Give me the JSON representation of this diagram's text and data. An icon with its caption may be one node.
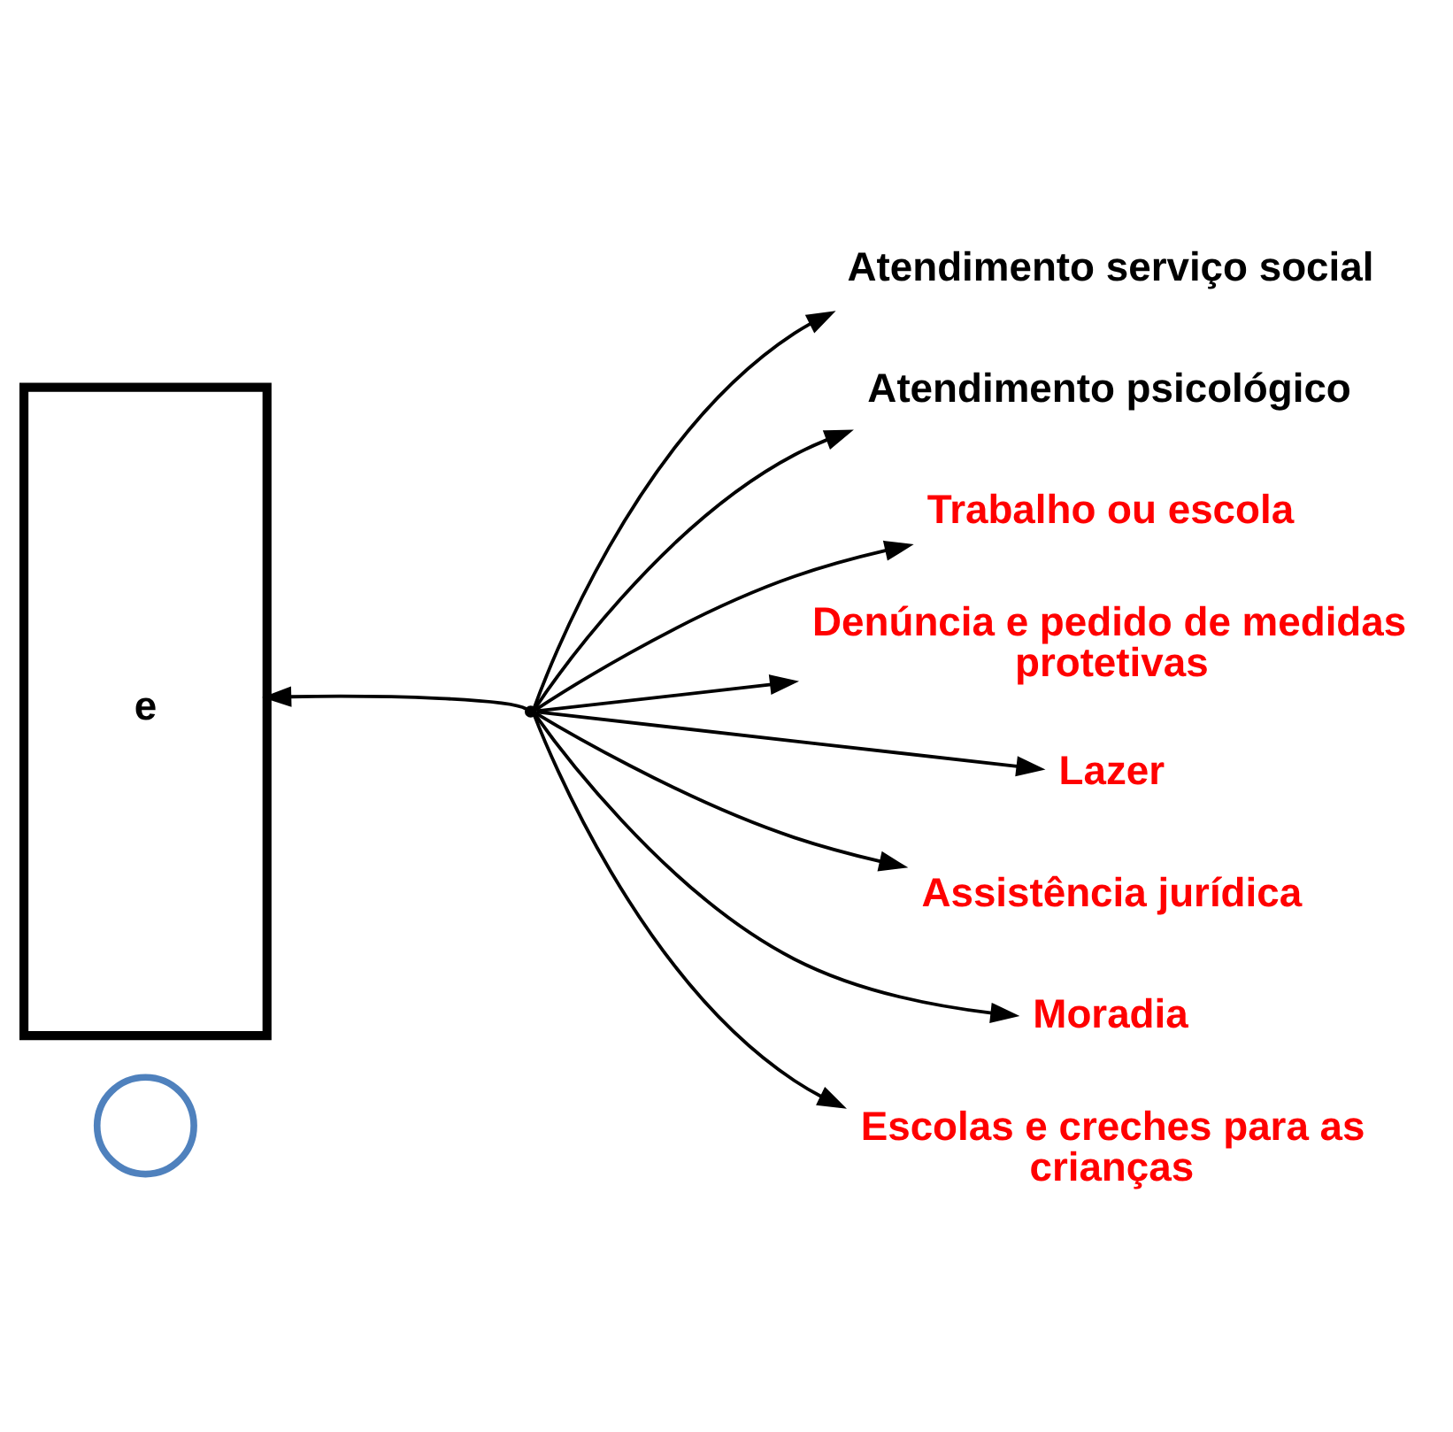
{
  "diagram": {
    "nodes": [
      {
        "text": [
          "e"
        ]
      },
      {
        "text": [
          "Atendimento serviço social"
        ]
      },
      {
        "text": [
          "Atendimento psicológico"
        ]
      },
      {
        "text": [
          "Trabalho ou escola"
        ]
      },
      {
        "text": [
          "Denúncia e pedido de medidas protetivas"
        ]
      },
      {
        "text": [
          "Lazer"
        ]
      },
      {
        "text": [
          "Assistência jurídica"
        ]
      },
      {
        "text": [
          "Moradia"
        ]
      },
      {
        "text": [
          "Escolas e creches para as crianças"
        ]
      },
      {
        "text": [],
        "shape": "point"
      },
      {
        "text": [],
        "shape": "circle"
      }
    ],
    "edges": [
      {
        "from": 9,
        "to": 0,
        "arrow": "to"
      },
      {
        "from": 9,
        "to": 1,
        "arrow": "to"
      },
      {
        "from": 9,
        "to": 2,
        "arrow": "to"
      },
      {
        "from": 9,
        "to": 3,
        "arrow": "to"
      },
      {
        "from": 9,
        "to": 4,
        "arrow": "to"
      },
      {
        "from": 9,
        "to": 5,
        "arrow": "to"
      },
      {
        "from": 9,
        "to": 6,
        "arrow": "to"
      },
      {
        "from": 9,
        "to": 7,
        "arrow": "to"
      },
      {
        "from": 9,
        "to": 8,
        "arrow": "to"
      }
    ]
  }
}
